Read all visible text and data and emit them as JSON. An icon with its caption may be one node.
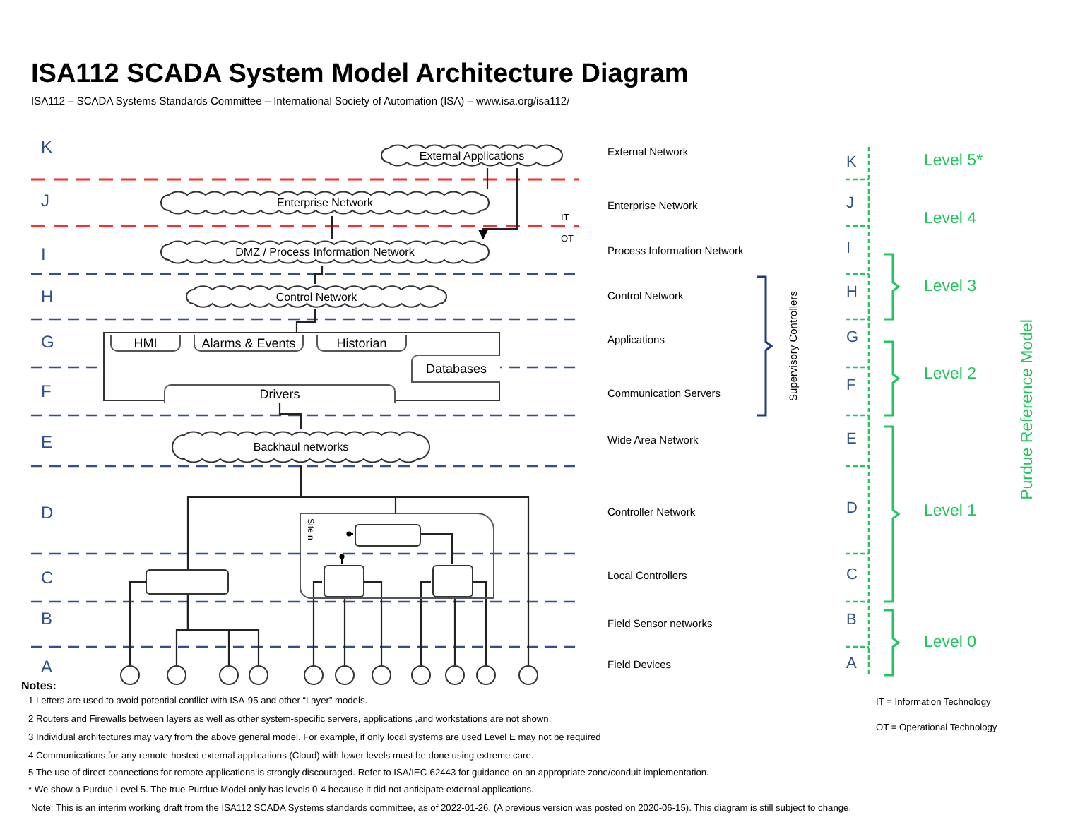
{
  "diagram": {
    "title": "ISA112 SCADA System Model Architecture Diagram",
    "nodes": [
      {
        "text": [
          "External Applications"
        ]
      },
      {
        "text": [
          "Enterprise Network"
        ]
      },
      {
        "text": [
          "DMZ / Process Information Network"
        ]
      },
      {
        "text": [
          "Control Network"
        ]
      },
      {
        "text": [],
        "shape": "box"
      },
      {
        "text": [
          "HMI"
        ],
        "in": 4
      },
      {
        "text": [
          "Alarms & Events"
        ],
        "in": 4
      },
      {
        "text": [
          "Historian"
        ],
        "in": 4
      },
      {
        "text": [
          "Databases"
        ],
        "in": 4
      },
      {
        "text": [
          "Drivers"
        ],
        "in": 4
      },
      {
        "text": [
          "Backhaul networks"
        ]
      },
      {
        "text": [
          "Site n"
        ]
      },
      {
        "text": [],
        "shape": "box"
      },
      {
        "text": [],
        "shape": "box",
        "in": 11
      },
      {
        "text": [],
        "shape": "box",
        "in": 11
      },
      {
        "text": [],
        "shape": "box",
        "in": 11
      },
      {
        "text": [],
        "shape": "circle"
      },
      {
        "text": [],
        "shape": "circle"
      },
      {
        "text": [],
        "shape": "circle"
      },
      {
        "text": [],
        "shape": "circle"
      },
      {
        "text": [],
        "shape": "circle"
      },
      {
        "text": [],
        "shape": "circle"
      },
      {
        "text": [],
        "shape": "circle"
      },
      {
        "text": [],
        "shape": "circle"
      },
      {
        "text": [],
        "shape": "circle"
      },
      {
        "text": [],
        "shape": "circle"
      },
      {
        "text": [],
        "shape": "circle"
      }
    ],
    "edges": [
      {
        "from": 0,
        "to": 1,
        "arrow": "none"
      },
      {
        "from": 0,
        "to": 2,
        "arrow": "to"
      },
      {
        "from": 1,
        "to": 2,
        "arrow": "none"
      },
      {
        "from": 2,
        "to": 3,
        "arrow": "none"
      },
      {
        "from": 3,
        "to": 4,
        "arrow": "none"
      },
      {
        "from": 9,
        "to": 10,
        "arrow": "none"
      },
      {
        "from": 10,
        "to": 12,
        "arrow": "none"
      },
      {
        "from": 10,
        "to": 11,
        "arrow": "none"
      },
      {
        "from": 10,
        "to": 26,
        "arrow": "none"
      },
      {
        "from": 12,
        "to": 16,
        "arrow": "none"
      },
      {
        "from": 12,
        "to": 17,
        "arrow": "none"
      },
      {
        "from": 12,
        "to": 18,
        "arrow": "none"
      },
      {
        "from": 12,
        "to": 19,
        "arrow": "none"
      },
      {
        "from": 13,
        "to": 15,
        "arrow": "none"
      },
      {
        "from": 14,
        "to": 20,
        "arrow": "none"
      },
      {
        "from": 14,
        "to": 21,
        "arrow": "none"
      },
      {
        "from": 14,
        "to": 22,
        "arrow": "none"
      },
      {
        "from": 15,
        "to": 23,
        "arrow": "none"
      },
      {
        "from": 15,
        "to": 24,
        "arrow": "none"
      },
      {
        "from": 15,
        "to": 25,
        "arrow": "none"
      }
    ],
    "labels": [
      "ISA112 – SCADA Systems Standards Committee – International Society of Automation (ISA) – www.isa.org/isa112/",
      "K",
      "J",
      "I",
      "H",
      "G",
      "F",
      "E",
      "D",
      "C",
      "B",
      "A",
      "External Network",
      "Enterprise Network",
      "Process Information Network",
      "Control Network",
      "Applications",
      "Communication Servers",
      "Wide Area Network",
      "Controller Network",
      "Local Controllers",
      "Field Sensor networks",
      "Field Devices",
      "IT",
      "OT",
      "Supervisory Controllers",
      "K",
      "J",
      "I",
      "H",
      "G",
      "F",
      "E",
      "D",
      "C",
      "B",
      "A",
      "Level 5*",
      "Level 4",
      "Level 3",
      "Level 2",
      "Level 1",
      "Level 0",
      "Purdue Reference Model",
      "Notes:",
      "1 Letters are used to avoid potential conflict with ISA-95 and other “Layer” models.",
      "2 Routers and Firewalls between layers as well as other system-specific servers, applications ,and workstations are not shown.",
      "3 Individual architectures may vary from the above general model. For example, if only local systems are used Level E may not be required",
      "4 Communications for any remote-hosted external applications (Cloud) with lower levels must be done using extreme care.",
      "5 The use of direct-connections for remote applications is strongly discouraged. Refer to ISA/IEC-62443 for guidance on an appropriate zone/conduit implementation.",
      "* We show a Purdue Level 5. The true Purdue Model only has levels 0-4 because it did not anticipate external applications.",
      "IT = Information Technology",
      "OT = Operational Technology",
      "Note: This is an interim working draft from the ISA112 SCADA Systems standards committee, as of 2022-01-26. (A previous version was posted on 2020-06-15). This diagram is still subject to change."
    ]
  }
}
